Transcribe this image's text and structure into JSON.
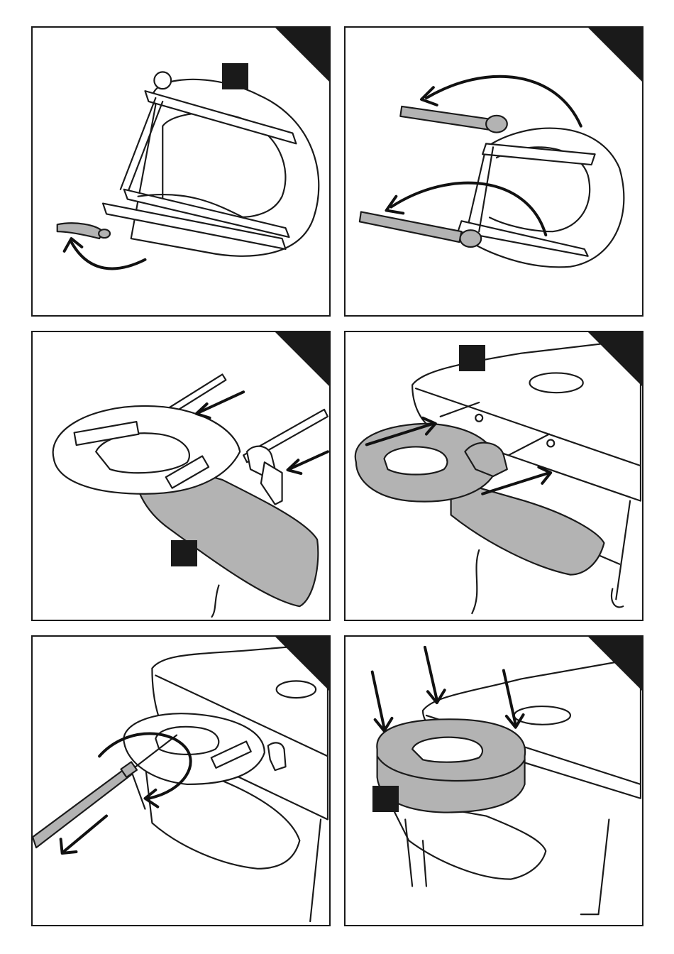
{
  "page": {
    "accent": "#1a1a1a",
    "fill_gray": "#b3b3b3"
  },
  "panels": [
    {
      "id": 1,
      "scene": "headrest-frame-lever",
      "has_marker": true
    },
    {
      "id": 2,
      "scene": "headrest-frame-rods-swing",
      "has_marker": false
    },
    {
      "id": 3,
      "scene": "face-cushion-insert-rods",
      "has_marker": true
    },
    {
      "id": 4,
      "scene": "attach-headrest-to-table",
      "has_marker": true
    },
    {
      "id": 5,
      "scene": "strap-tightening",
      "has_marker": false
    },
    {
      "id": 6,
      "scene": "place-face-cushion",
      "has_marker": true
    }
  ]
}
